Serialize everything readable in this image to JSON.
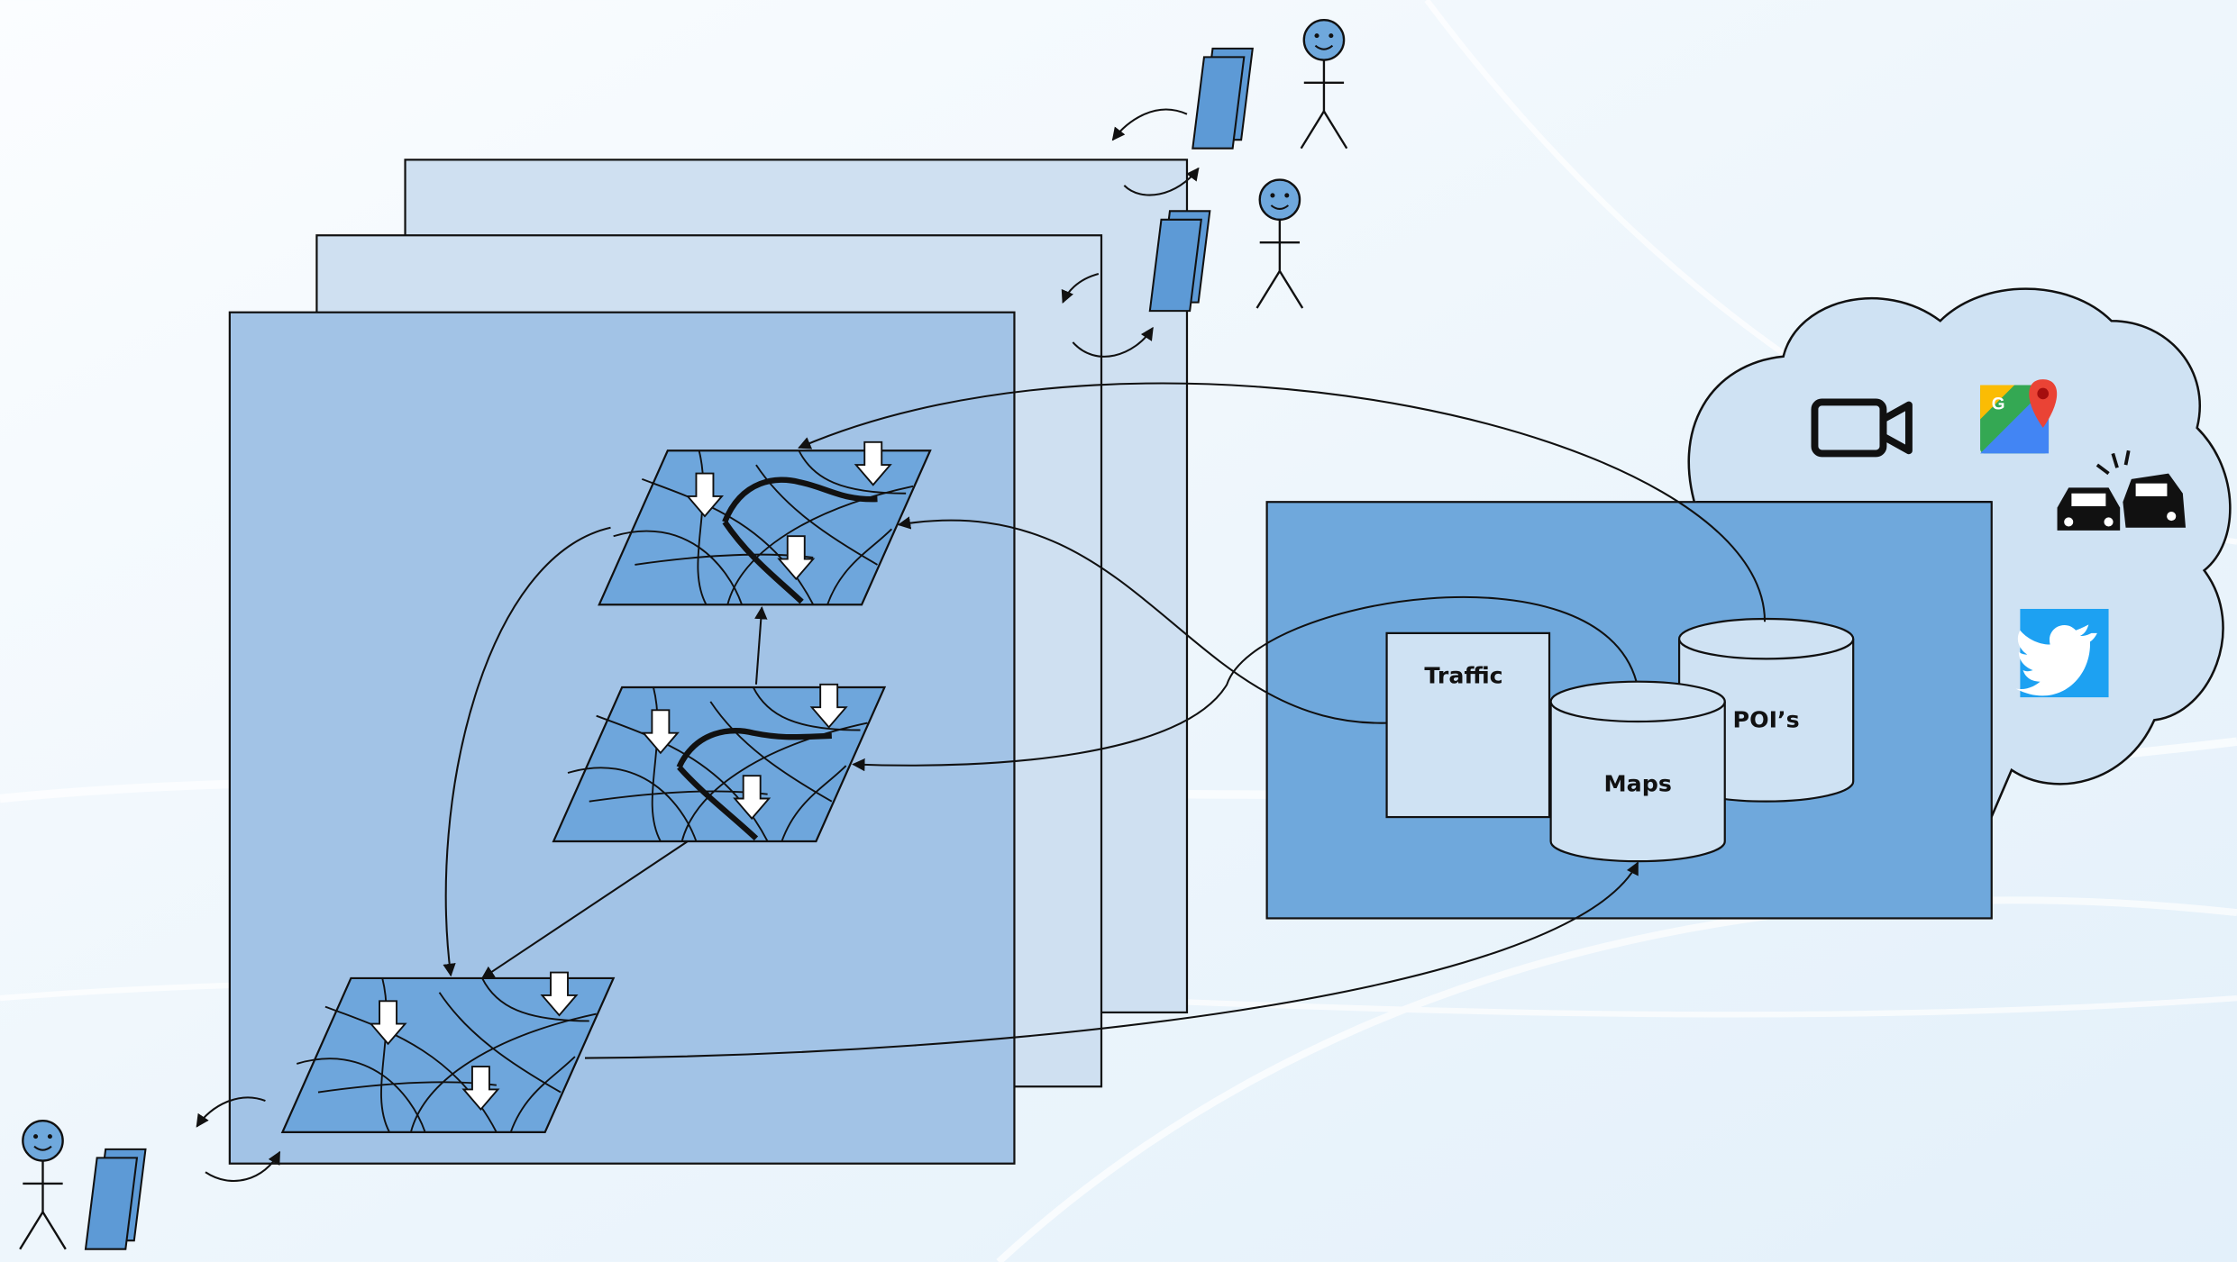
{
  "diagram": {
    "databases": {
      "traffic": "Traffic",
      "maps": "Maps",
      "pois": "POI’s"
    },
    "cloud_sources": {
      "icons": [
        "video-camera-icon",
        "google-maps-icon",
        "car-crash-icon",
        "twitter-icon"
      ]
    }
  },
  "colors": {
    "background": "#f4fafe",
    "layer_back": "#cfe0f1",
    "layer_front": "#a2c3e6",
    "map_fill": "#6ea6dc",
    "device_fill": "#5d9ad6",
    "database_panel": "#6fa8dc",
    "database_cylinder": "#cfe2f3",
    "cloud_fill": "#cfe2f3",
    "twitter_blue": "#1da1f2",
    "person_head": "#6fa8dc"
  }
}
